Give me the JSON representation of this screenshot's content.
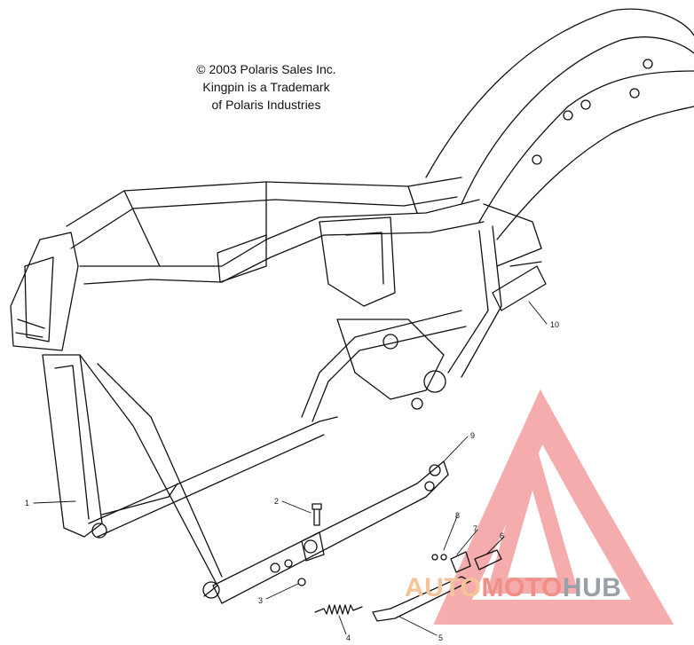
{
  "copyright": {
    "line1": "© 2003 Polaris Sales Inc.",
    "line2": "Kingpin is a Trademark",
    "line3": "of Polaris Industries"
  },
  "callouts": [
    "1",
    "2",
    "3",
    "4",
    "5",
    "6",
    "7",
    "8",
    "9",
    "10"
  ],
  "watermark": {
    "part1": "AUTO",
    "part2": "MOTO",
    "part3": "HUB",
    "colors": {
      "auto": "#f6c49a",
      "moto": "#ef8f86",
      "hub": "#9aa0a8",
      "logo": "#ee6a6a"
    }
  }
}
